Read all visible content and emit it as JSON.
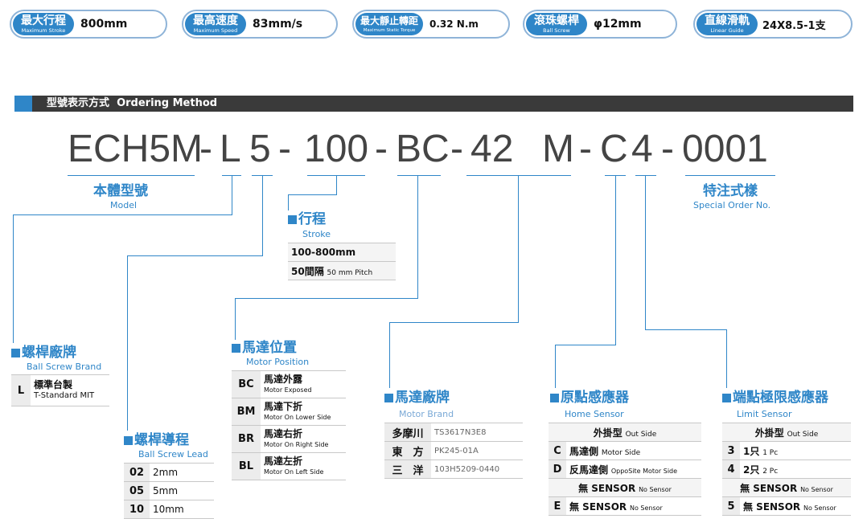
{
  "badges": [
    {
      "zh": "最大行程",
      "en": "Maximum Stroke",
      "value": "800mm"
    },
    {
      "zh": "最高速度",
      "en": "Maximum Speed",
      "value": "83mm/s"
    },
    {
      "zh": "最大靜止轉距",
      "en": "Maximum Static Torque",
      "value": "0.32 N.m"
    },
    {
      "zh": "滾珠螺桿",
      "en": "Ball Screw",
      "value": "φ12mm"
    },
    {
      "zh": "直線滑軌",
      "en": "Linear Guide",
      "value": "24X8.5-1支"
    }
  ],
  "header": {
    "zh": "型號表示方式",
    "en": "Ordering Method"
  },
  "code": {
    "model": "ECH5M",
    "brand": "L",
    "lead": "5",
    "stroke": "100",
    "position": "BC",
    "motor_brand": "42",
    "motor_type": "M",
    "home": "C",
    "limit": "4",
    "special": "0001",
    "dash": "-"
  },
  "model": {
    "zh": "本體型號",
    "en": "Model"
  },
  "special": {
    "zh": "特注式樣",
    "en": "Special Order No."
  },
  "stroke": {
    "zh": "行程",
    "en": "Stroke",
    "rows": [
      [
        "100-800mm",
        ""
      ],
      [
        "50間隔",
        "50 mm Pitch"
      ]
    ]
  },
  "brand": {
    "zh": "螺桿廠牌",
    "en": "Ball Screw Brand",
    "rows": [
      [
        "L",
        "標準台製",
        "T-Standard MIT"
      ]
    ]
  },
  "lead": {
    "zh": "螺桿導程",
    "en": "Ball Screw Lead",
    "rows": [
      [
        "02",
        "2mm"
      ],
      [
        "05",
        "5mm"
      ],
      [
        "10",
        "10mm"
      ]
    ]
  },
  "position": {
    "zh": "馬達位置",
    "en": "Motor Position",
    "rows": [
      [
        "BC",
        "馬達外露",
        "Motor Exposed"
      ],
      [
        "BM",
        "馬達下折",
        "Motor On Lower Side"
      ],
      [
        "BR",
        "馬達右折",
        "Motor On Right Side"
      ],
      [
        "BL",
        "馬達左折",
        "Motor On Left Side"
      ]
    ]
  },
  "motor_brand": {
    "zh": "馬達廠牌",
    "en": "Motor Brand",
    "rows": [
      [
        "多摩川",
        "TS3617N3E8"
      ],
      [
        "東　方",
        "PK245-01A"
      ],
      [
        "三　洋",
        "103H5209-0440"
      ]
    ]
  },
  "home": {
    "zh": "原點感應器",
    "en": "Home Sensor",
    "head_zh": "外掛型",
    "head_en": "Out Side",
    "rows": [
      [
        "C",
        "馬達側",
        "Motor Side"
      ],
      [
        "D",
        "反馬達側",
        "OppoSite Motor Side"
      ]
    ],
    "mid_zh": "無 SENSOR",
    "mid_en": "No Sensor",
    "last": [
      "E",
      "無 SENSOR",
      "No Sensor"
    ]
  },
  "limit": {
    "zh": "端點極限感應器",
    "en": "Limit Sensor",
    "head_zh": "外掛型",
    "head_en": "Out Side",
    "rows": [
      [
        "3",
        "1只",
        "1 Pc"
      ],
      [
        "4",
        "2只",
        "2 Pc"
      ]
    ],
    "mid_zh": "無 SENSOR",
    "mid_en": "No Sensor",
    "last": [
      "5",
      "無 SENSOR",
      "No Sensor"
    ]
  }
}
